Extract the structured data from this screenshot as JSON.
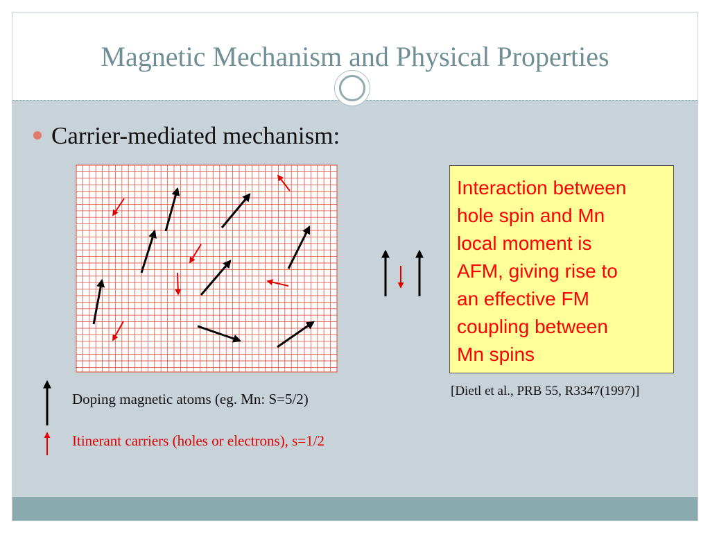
{
  "slide": {
    "title": "Magnetic Mechanism and Physical Properties",
    "bullet": "Carrier-mediated mechanism:",
    "info_box_lines": [
      "Interaction between",
      "hole spin and Mn",
      "local moment is",
      "AFM, giving rise to",
      "an effective FM",
      "coupling between",
      "Mn spins"
    ],
    "citation": "[Dietl et al., PRB 55, R3347(1997)]",
    "legend": {
      "mn_label": "Doping magnetic atoms (eg. Mn: S=5/2)",
      "carrier_label": "Itinerant carriers (holes or electrons),  s=1/2"
    }
  },
  "colors": {
    "title": "#6f8f94",
    "content_bg": "#c8d2d9",
    "footer_band": "#8aaaad",
    "grid_line": "#e06050",
    "mn_arrow": "#000000",
    "carrier_arrow": "#e00000",
    "info_box_bg": "#ffff99",
    "info_text": "#ff0000",
    "bullet_dot": "#e07b6a"
  },
  "icons": {
    "divider": "double-circle-ornament",
    "bullet": "round-bullet",
    "mn_spin": "black-arrow",
    "carrier_spin": "red-arrow"
  }
}
